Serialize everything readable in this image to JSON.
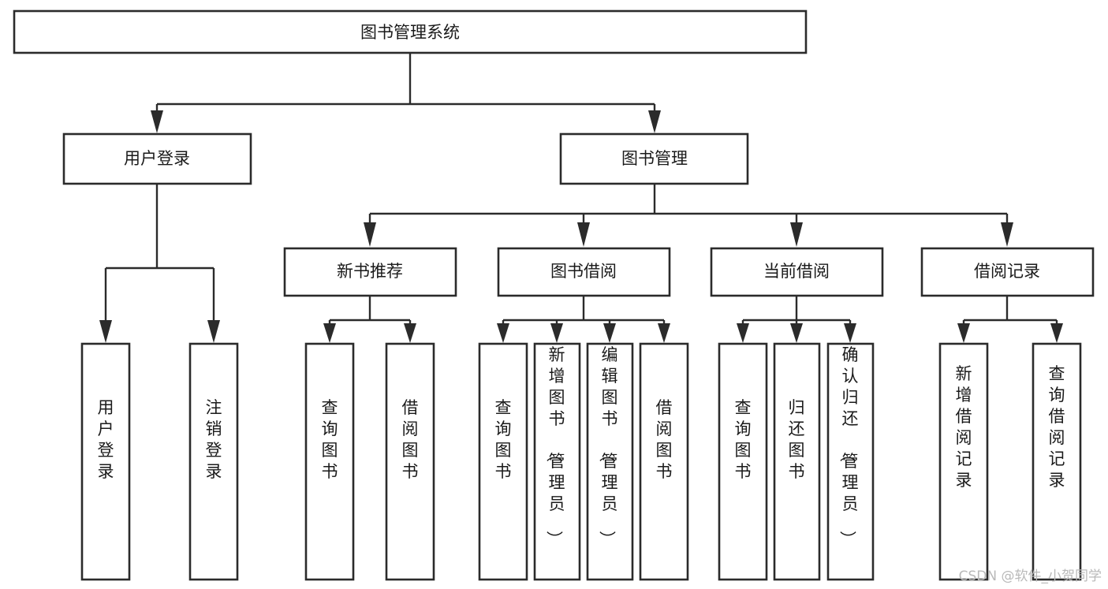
{
  "diagram": {
    "title": "图书管理系统",
    "type": "tree",
    "orientation": "top-down",
    "root": {
      "id": "root",
      "label": "图书管理系统",
      "text_orientation": "horizontal"
    },
    "level2": [
      {
        "id": "user-login",
        "label": "用户登录",
        "text_orientation": "horizontal"
      },
      {
        "id": "book-manage",
        "label": "图书管理",
        "text_orientation": "horizontal"
      }
    ],
    "level3": [
      {
        "id": "new-book-rec",
        "label": "新书推荐",
        "parent": "book-manage",
        "text_orientation": "horizontal"
      },
      {
        "id": "book-borrow",
        "label": "图书借阅",
        "parent": "book-manage",
        "text_orientation": "horizontal"
      },
      {
        "id": "current-borrow",
        "label": "当前借阅",
        "parent": "book-manage",
        "text_orientation": "horizontal"
      },
      {
        "id": "borrow-record",
        "label": "借阅记录",
        "parent": "book-manage",
        "text_orientation": "horizontal"
      }
    ],
    "leaves": [
      {
        "id": "leaf-user-login",
        "label": "用户登录",
        "parent": "user-login",
        "text_orientation": "vertical"
      },
      {
        "id": "leaf-user-logout",
        "label": "注销登录",
        "parent": "user-login",
        "text_orientation": "vertical"
      },
      {
        "id": "leaf-query-book-1",
        "label": "查询图书",
        "parent": "new-book-rec",
        "text_orientation": "vertical"
      },
      {
        "id": "leaf-borrow-book-1",
        "label": "借阅图书",
        "parent": "new-book-rec",
        "text_orientation": "vertical"
      },
      {
        "id": "leaf-query-book-2",
        "label": "查询图书",
        "parent": "book-borrow",
        "text_orientation": "vertical"
      },
      {
        "id": "leaf-add-book",
        "label": "新增图书（管理员）",
        "parent": "book-borrow",
        "text_orientation": "vertical"
      },
      {
        "id": "leaf-edit-book",
        "label": "编辑图书（管理员）",
        "parent": "book-borrow",
        "text_orientation": "vertical"
      },
      {
        "id": "leaf-borrow-book-2",
        "label": "借阅图书",
        "parent": "book-borrow",
        "text_orientation": "vertical"
      },
      {
        "id": "leaf-query-book-3",
        "label": "查询图书",
        "parent": "current-borrow",
        "text_orientation": "vertical"
      },
      {
        "id": "leaf-return-book",
        "label": "归还图书",
        "parent": "current-borrow",
        "text_orientation": "vertical"
      },
      {
        "id": "leaf-confirm-return",
        "label": "确认归还（管理员）",
        "parent": "current-borrow",
        "text_orientation": "vertical"
      },
      {
        "id": "leaf-add-record",
        "label": "新增借阅记录",
        "parent": "borrow-record",
        "text_orientation": "vertical"
      },
      {
        "id": "leaf-query-record",
        "label": "查询借阅记录",
        "parent": "borrow-record",
        "text_orientation": "vertical"
      }
    ],
    "colors": {
      "stroke": "#2b2b2b",
      "fill": "#ffffff",
      "text": "#1a1a1a",
      "watermark": "#b9b9b9"
    }
  },
  "watermark": {
    "text": "CSDN @软件_小贺同学"
  }
}
